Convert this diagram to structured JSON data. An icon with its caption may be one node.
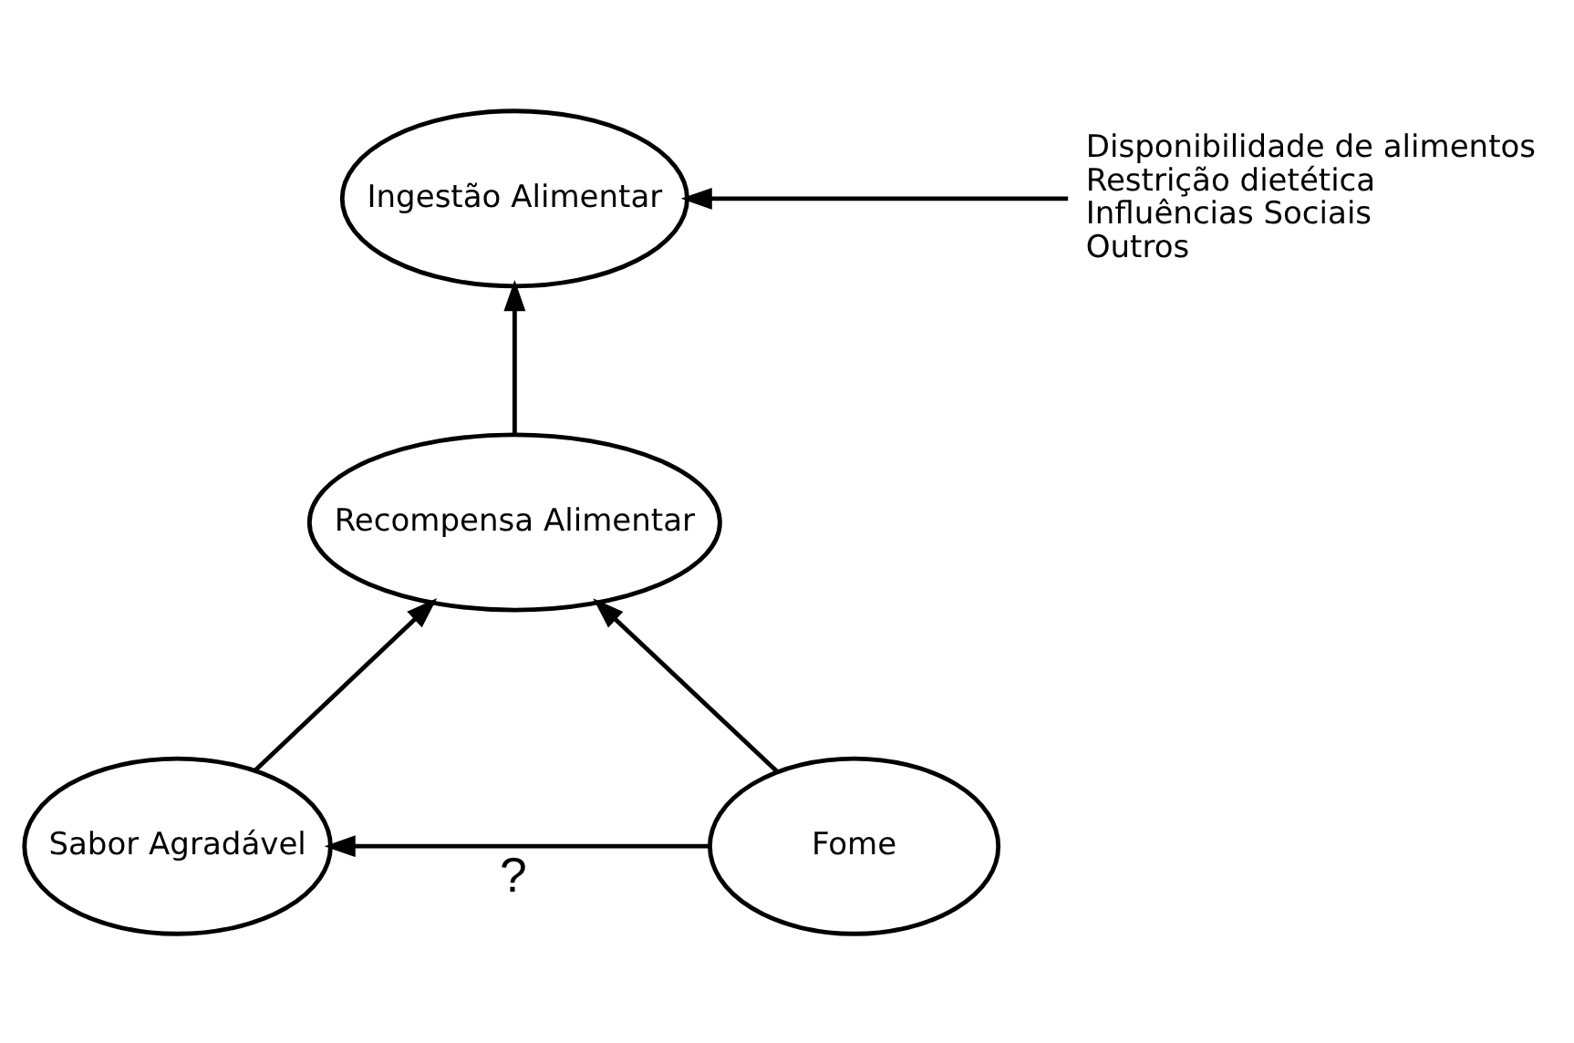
{
  "diagram": {
    "nodes": [
      {
        "text": [
          "Ingestão Alimentar"
        ]
      },
      {
        "text": [
          "Disponibilidade de alimentos",
          "Restrição dietética",
          "Influências Sociais",
          "Outros"
        ]
      },
      {
        "text": [
          "Recompensa Alimentar"
        ]
      },
      {
        "text": [
          "Sabor Agradável"
        ]
      },
      {
        "text": [
          "Fome"
        ]
      }
    ],
    "edges": [
      {
        "from": 1,
        "to": 0,
        "arrow": "to"
      },
      {
        "from": 2,
        "to": 0,
        "arrow": "to"
      },
      {
        "from": 3,
        "to": 2,
        "arrow": "to"
      },
      {
        "from": 4,
        "to": 2,
        "arrow": "to"
      },
      {
        "from": 4,
        "to": 3,
        "arrow": "to",
        "label": "?"
      }
    ]
  }
}
